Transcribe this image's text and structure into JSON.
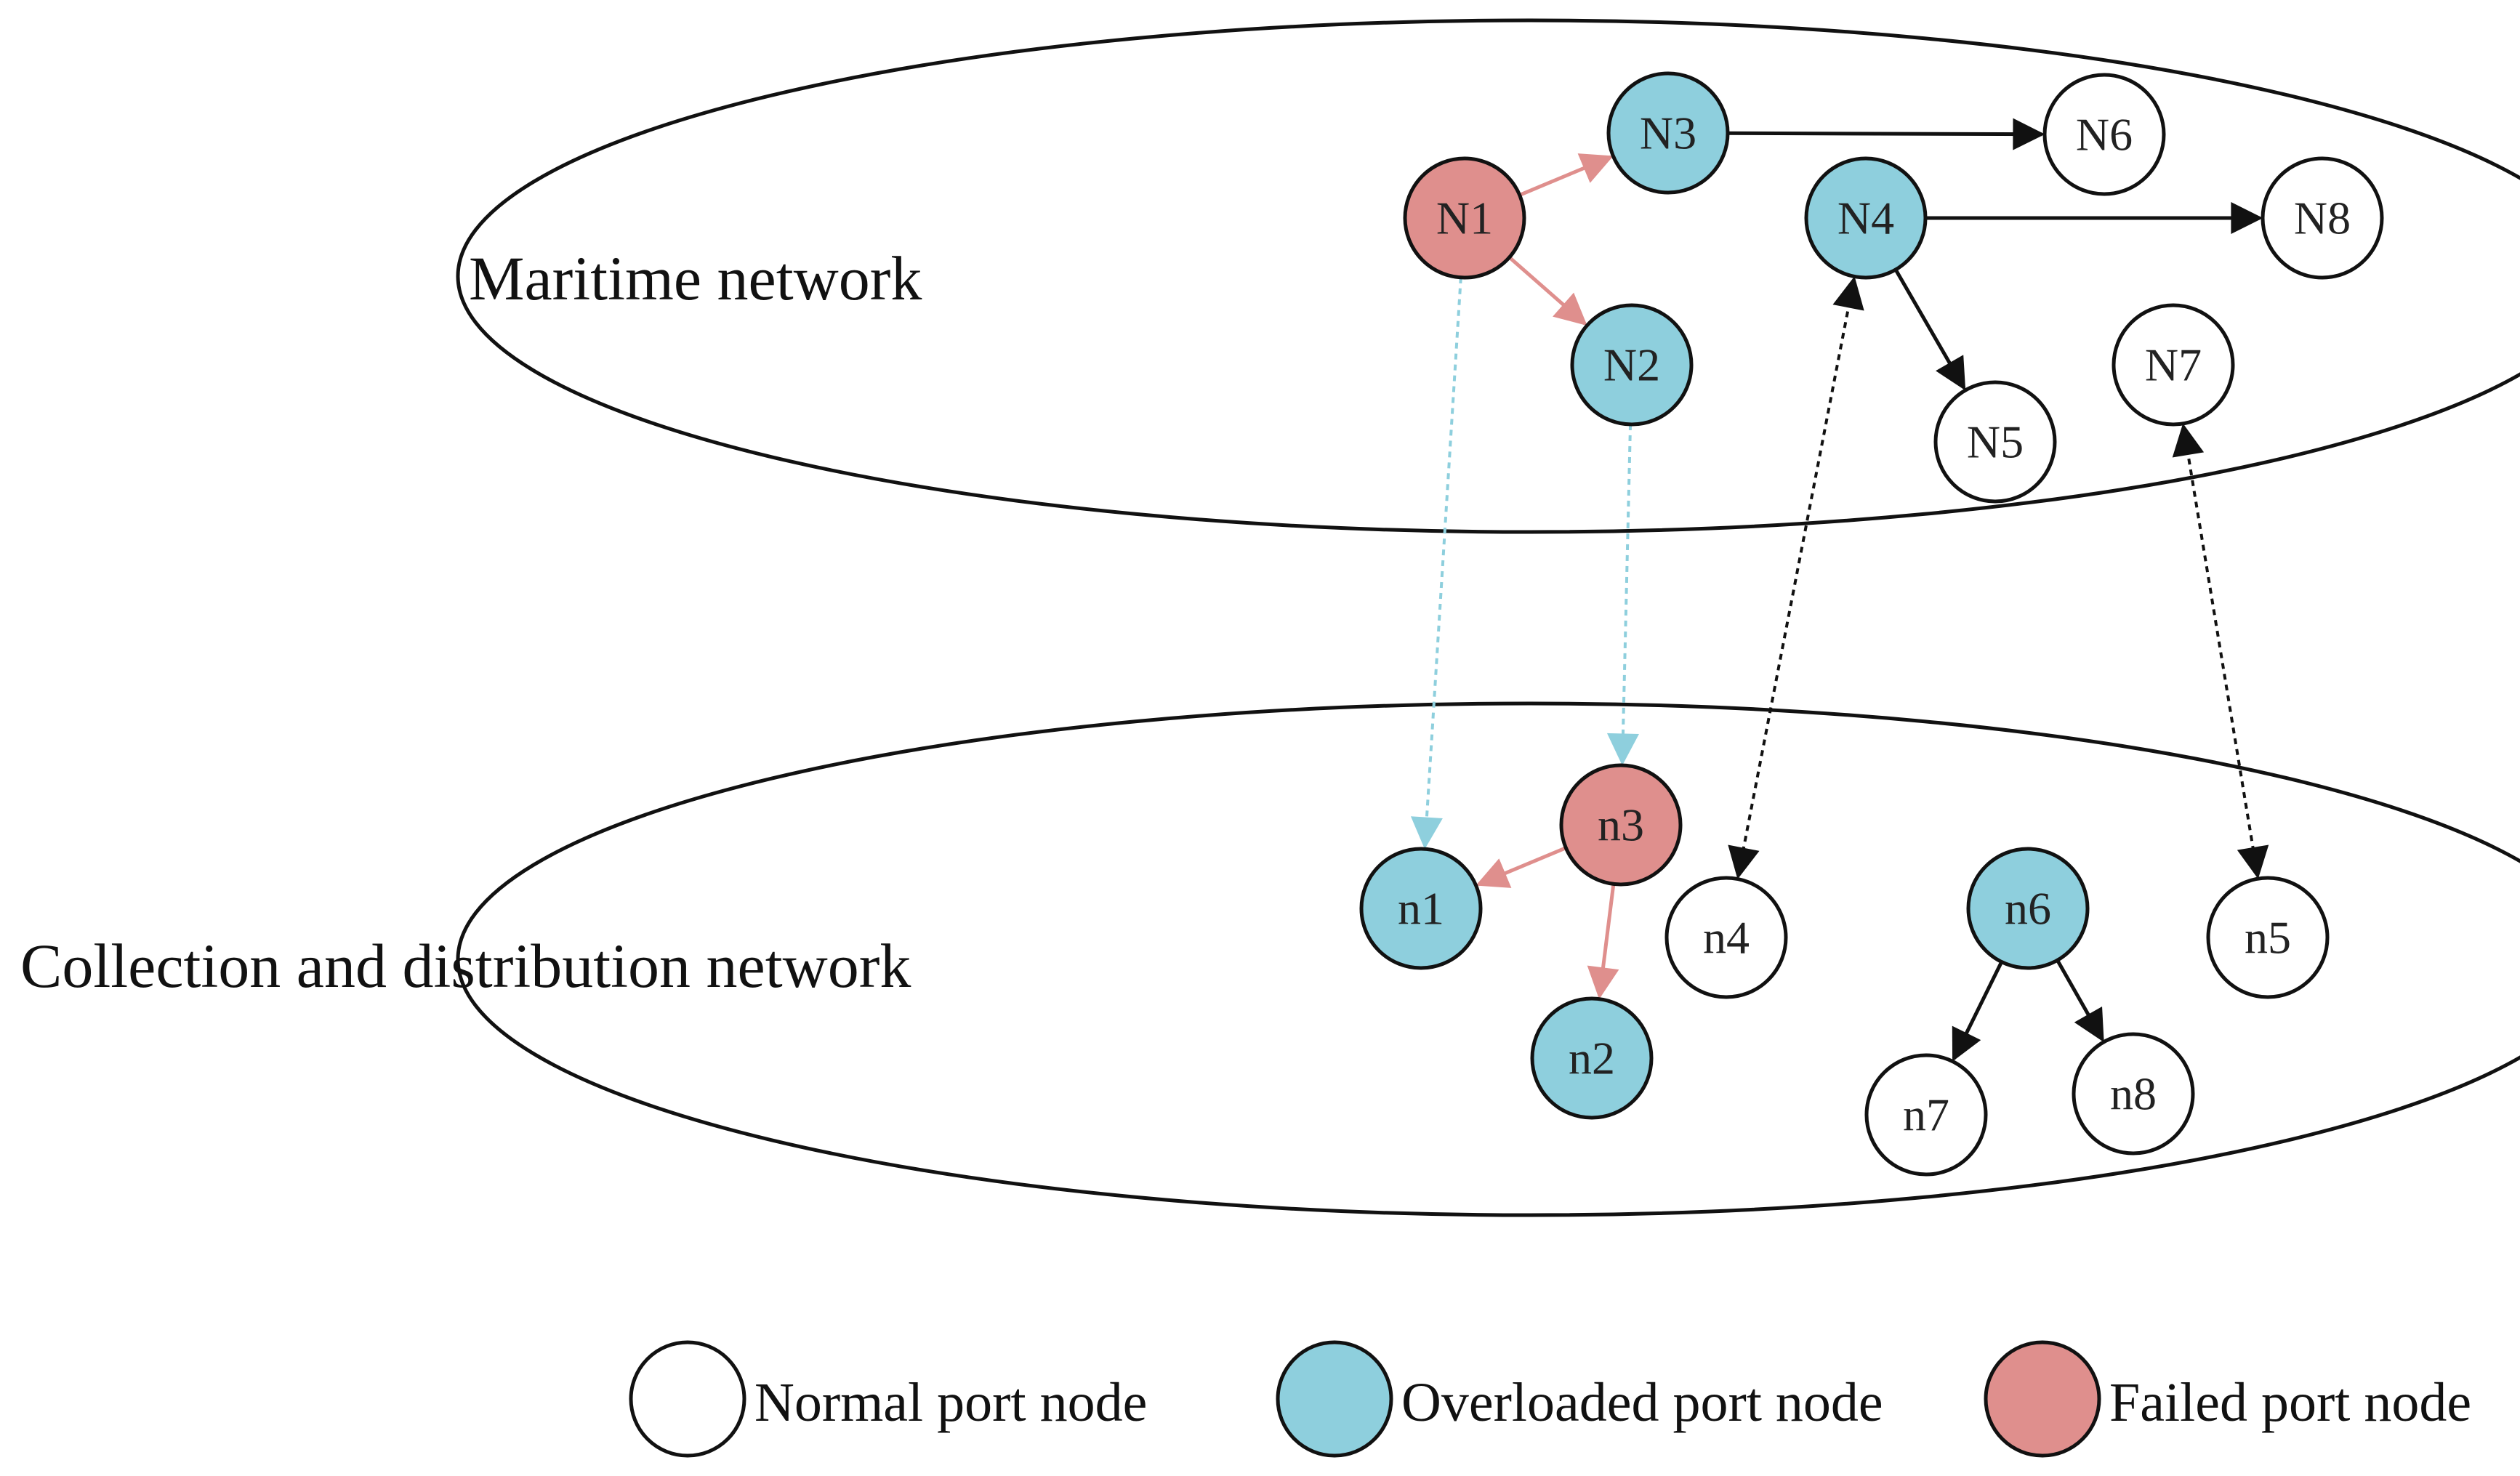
{
  "colors": {
    "normal": "#ffffff",
    "overloaded": "#8ecfdd",
    "failed": "#df8f8d",
    "failed_edge": "#df8f8d",
    "coupling_edge": "#8ecfdd",
    "black": "#111111"
  },
  "layers": {
    "maritime": "Maritime network",
    "collection": "Collection and distribution network"
  },
  "nodes": [
    {
      "id": "N1",
      "label": "N1",
      "state": "failed"
    },
    {
      "id": "N2",
      "label": "N2",
      "state": "overloaded"
    },
    {
      "id": "N3",
      "label": "N3",
      "state": "overloaded"
    },
    {
      "id": "N4",
      "label": "N4",
      "state": "overloaded"
    },
    {
      "id": "N5",
      "label": "N5",
      "state": "normal"
    },
    {
      "id": "N6",
      "label": "N6",
      "state": "normal"
    },
    {
      "id": "N7",
      "label": "N7",
      "state": "normal"
    },
    {
      "id": "N8",
      "label": "N8",
      "state": "normal"
    },
    {
      "id": "n1",
      "label": "n1",
      "state": "overloaded"
    },
    {
      "id": "n2",
      "label": "n2",
      "state": "overloaded"
    },
    {
      "id": "n3",
      "label": "n3",
      "state": "failed"
    },
    {
      "id": "n4",
      "label": "n4",
      "state": "normal"
    },
    {
      "id": "n5",
      "label": "n5",
      "state": "normal"
    },
    {
      "id": "n6",
      "label": "n6",
      "state": "overloaded"
    },
    {
      "id": "n7",
      "label": "n7",
      "state": "normal"
    },
    {
      "id": "n8",
      "label": "n8",
      "state": "normal"
    }
  ],
  "edges": [
    {
      "from": "N1",
      "to": "N3",
      "style": "failed"
    },
    {
      "from": "N1",
      "to": "N2",
      "style": "failed"
    },
    {
      "from": "N3",
      "to": "N6",
      "style": "normal"
    },
    {
      "from": "N4",
      "to": "N8",
      "style": "normal"
    },
    {
      "from": "N4",
      "to": "N5",
      "style": "normal"
    },
    {
      "from": "N1",
      "to": "n1",
      "style": "coupling"
    },
    {
      "from": "N2",
      "to": "n3",
      "style": "coupling"
    },
    {
      "from": "N4",
      "to": "n4",
      "style": "interlayer"
    },
    {
      "from": "N7",
      "to": "n5",
      "style": "interlayer"
    },
    {
      "from": "n3",
      "to": "n1",
      "style": "failed"
    },
    {
      "from": "n3",
      "to": "n2",
      "style": "failed"
    },
    {
      "from": "n6",
      "to": "n7",
      "style": "normal"
    },
    {
      "from": "n6",
      "to": "n8",
      "style": "normal"
    }
  ],
  "legend": [
    {
      "state": "normal",
      "label": "Normal port node"
    },
    {
      "state": "overloaded",
      "label": "Overloaded port node"
    },
    {
      "state": "failed",
      "label": "Failed port node"
    }
  ]
}
